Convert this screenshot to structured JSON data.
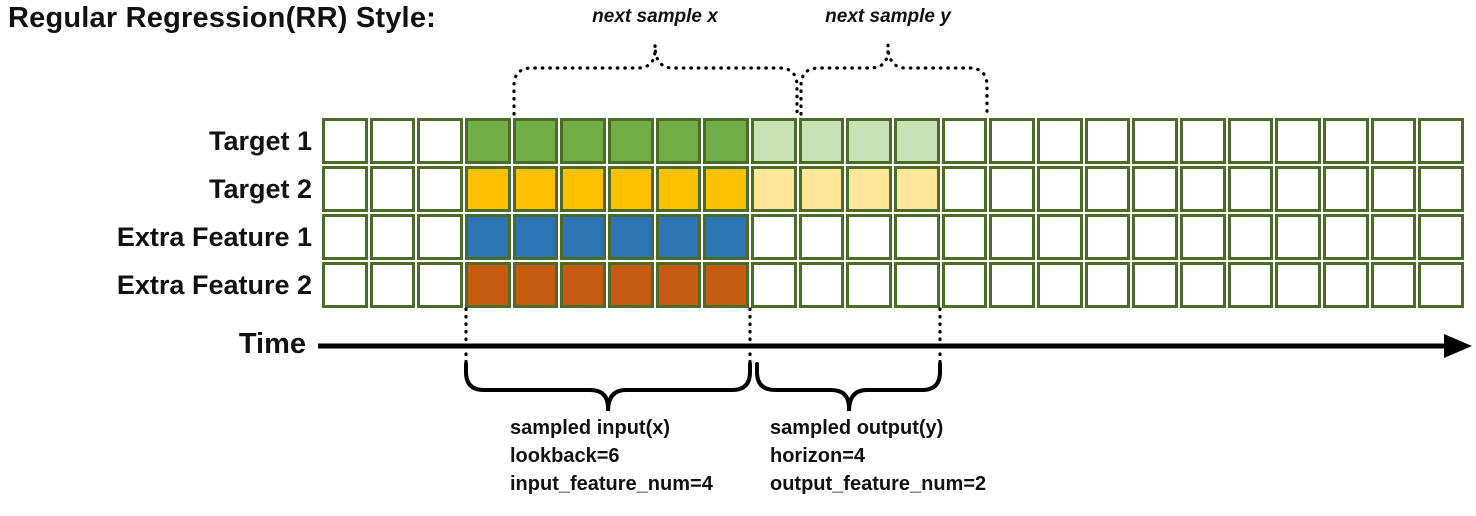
{
  "title": "Regular Regression(RR) Style:",
  "time_axis_label": "Time",
  "colors": {
    "grid_border": "#4a6c28",
    "target1_input": "#70ad47",
    "target1_output": "#c9e2b5",
    "target2_input": "#ffc000",
    "target2_output": "#ffe699",
    "extra_feature1_input": "#2e75b6",
    "extra_feature2_input": "#c55a11",
    "annotation_stroke": "#000000"
  },
  "grid": {
    "num_cols": 24,
    "input_start_col": 3,
    "lookback": 6,
    "horizon": 4,
    "rows": [
      {
        "label": "Target 1",
        "input_color": "#70ad47",
        "output_color": "#c9e2b5"
      },
      {
        "label": "Target 2",
        "input_color": "#ffc000",
        "output_color": "#ffe699"
      },
      {
        "label": "Extra Feature 1",
        "input_color": "#2e75b6",
        "output_color": null
      },
      {
        "label": "Extra Feature 2",
        "input_color": "#c55a11",
        "output_color": null
      }
    ]
  },
  "annotations": {
    "next_sample_x": "next sample x",
    "next_sample_y": "next sample y",
    "sampled_input": [
      "sampled input(x)",
      "lookback=6",
      "input_feature_num=4"
    ],
    "sampled_output": [
      "sampled output(y)",
      "horizon=4",
      "output_feature_num=2"
    ]
  }
}
